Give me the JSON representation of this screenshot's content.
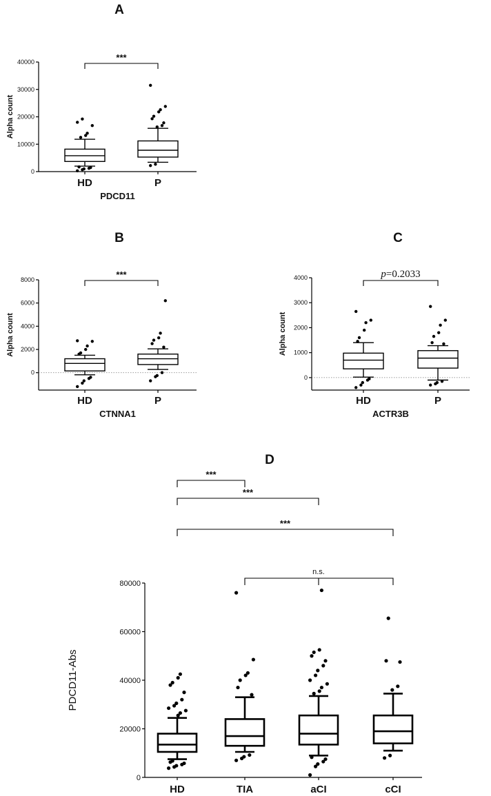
{
  "chart_data": [
    {
      "type": "box",
      "panel": "A",
      "title": "A",
      "ylabel": "Alpha count",
      "xlabel": "PDCD11",
      "ylim": [
        0,
        40000
      ],
      "yticks": [
        "0",
        "10000",
        "20000",
        "30000",
        "40000"
      ],
      "categories": [
        "HD",
        "P"
      ],
      "boxes": [
        {
          "name": "HD",
          "whisker_low": 2000,
          "q1": 3700,
          "median": 5800,
          "q3": 8200,
          "whisker_high": 11800,
          "outliers": [
            300,
            700,
            1000,
            1200,
            1500,
            1700,
            12500,
            13200,
            14000,
            16800,
            18000,
            19200
          ]
        },
        {
          "name": "P",
          "whisker_low": 3400,
          "q1": 5300,
          "median": 7800,
          "q3": 11200,
          "whisker_high": 15800,
          "outliers": [
            2200,
            2700,
            16300,
            16800,
            17800,
            19300,
            20200,
            21800,
            22600,
            23800,
            31500
          ]
        }
      ],
      "comparisons": [
        {
          "from": "HD",
          "to": "P",
          "label": "***"
        }
      ]
    },
    {
      "type": "box",
      "panel": "B",
      "title": "B",
      "ylabel": "Alpha count",
      "xlabel": "CTNNA1",
      "ylim": [
        -1500,
        8000
      ],
      "yticks": [
        "0",
        "2000",
        "4000",
        "6000",
        "8000"
      ],
      "zero_line": true,
      "categories": [
        "HD",
        "P"
      ],
      "boxes": [
        {
          "name": "HD",
          "whisker_low": -180,
          "q1": 150,
          "median": 800,
          "q3": 1200,
          "whisker_high": 1500,
          "outliers": [
            -1200,
            -900,
            -700,
            -500,
            -400,
            1600,
            1700,
            2000,
            2300,
            2700,
            2750
          ]
        },
        {
          "name": "P",
          "whisker_low": 280,
          "q1": 700,
          "median": 1200,
          "q3": 1600,
          "whisker_high": 2050,
          "outliers": [
            -700,
            -350,
            -250,
            0,
            2200,
            2500,
            2800,
            3000,
            3400,
            6200
          ]
        }
      ],
      "comparisons": [
        {
          "from": "HD",
          "to": "P",
          "label": "***"
        }
      ]
    },
    {
      "type": "box",
      "panel": "C",
      "title": "C",
      "ylabel": "Alpha count",
      "xlabel": "ACTR3B",
      "ylim": [
        -500,
        4000
      ],
      "yticks": [
        "0",
        "1000",
        "2000",
        "3000",
        "4000"
      ],
      "zero_line": true,
      "categories": [
        "HD",
        "P"
      ],
      "boxes": [
        {
          "name": "HD",
          "whisker_low": 20,
          "q1": 350,
          "median": 700,
          "q3": 980,
          "whisker_high": 1400,
          "outliers": [
            -400,
            -300,
            -200,
            -100,
            -50,
            1450,
            1600,
            1900,
            2200,
            2300,
            2650
          ]
        },
        {
          "name": "P",
          "whisker_low": -100,
          "q1": 380,
          "median": 780,
          "q3": 1080,
          "whisker_high": 1280,
          "outliers": [
            -300,
            -250,
            -200,
            -150,
            1350,
            1400,
            1650,
            1800,
            2100,
            2300,
            2850
          ]
        }
      ],
      "comparisons": [
        {
          "from": "HD",
          "to": "P",
          "label": "p=0.2033",
          "label_p": "p",
          "label_rest": "=0.2033"
        }
      ]
    },
    {
      "type": "box",
      "panel": "D",
      "title": "D",
      "ylabel": "PDCD11-Abs",
      "xlabel": "",
      "ylim": [
        0,
        80000
      ],
      "yticks": [
        "0",
        "20000",
        "40000",
        "60000",
        "80000"
      ],
      "categories": [
        "HD",
        "TIA",
        "aCI",
        "cCI"
      ],
      "boxes": [
        {
          "name": "HD",
          "whisker_low": 7500,
          "q1": 10500,
          "median": 13500,
          "q3": 18000,
          "whisker_high": 24500,
          "outliers": [
            3800,
            4300,
            4800,
            5300,
            5800,
            6300,
            6800,
            25500,
            26500,
            27500,
            28500,
            29500,
            30500,
            32000,
            35000,
            38000,
            39000,
            41000,
            42500
          ]
        },
        {
          "name": "TIA",
          "whisker_low": 10500,
          "q1": 13000,
          "median": 17000,
          "q3": 24000,
          "whisker_high": 33000,
          "outliers": [
            7000,
            7800,
            8500,
            9200,
            34000,
            37000,
            40000,
            42000,
            43000,
            48500,
            76000
          ]
        },
        {
          "name": "aCI",
          "whisker_low": 9000,
          "q1": 13500,
          "median": 18000,
          "q3": 25500,
          "whisker_high": 33500,
          "outliers": [
            1000,
            4500,
            5500,
            6500,
            7500,
            8300,
            34500,
            35500,
            37000,
            38500,
            40000,
            42000,
            44000,
            46000,
            48000,
            50000,
            51500,
            52500,
            77000
          ]
        },
        {
          "name": "cCI",
          "whisker_low": 11000,
          "q1": 14000,
          "median": 19000,
          "q3": 25500,
          "whisker_high": 34500,
          "outliers": [
            8000,
            9000,
            36000,
            37500,
            47500,
            48000,
            65500
          ]
        }
      ],
      "comparisons": [
        {
          "from": "HD",
          "to": "TIA",
          "label": "***"
        },
        {
          "from": "HD",
          "to": "aCI",
          "label": "***"
        },
        {
          "from": "HD",
          "to": "cCI",
          "label": "***"
        },
        {
          "from": "TIA",
          "to": "cCI",
          "label": "n.s.",
          "via": "aCI"
        }
      ]
    }
  ]
}
